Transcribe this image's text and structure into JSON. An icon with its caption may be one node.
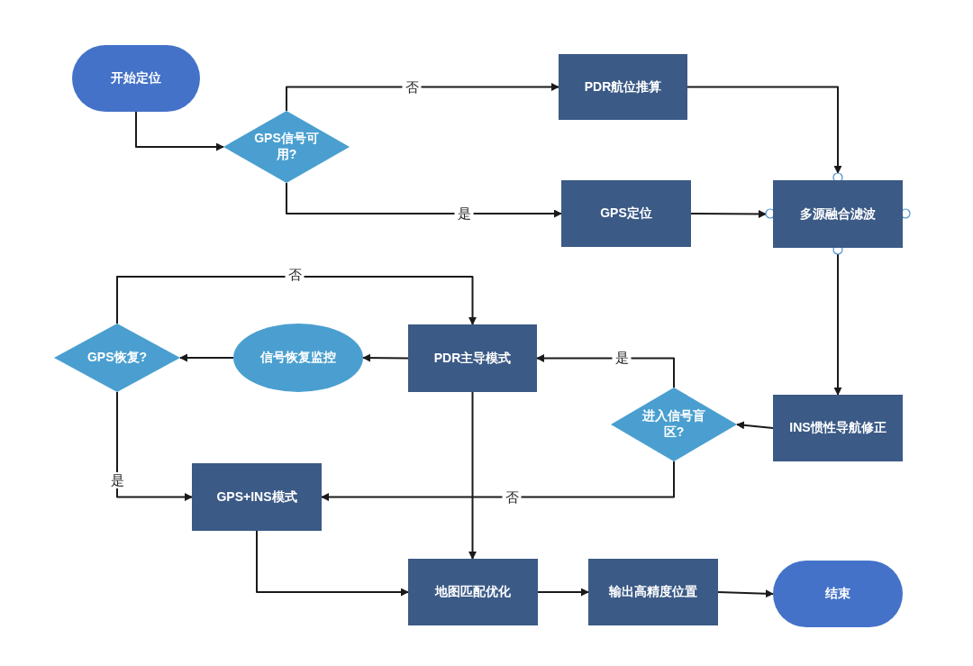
{
  "diagram": {
    "nodes": [
      {
        "text": [
          "开始定位"
        ]
      },
      {
        "text": [
          "GPS信号可用?"
        ]
      },
      {
        "text": [
          "PDR航位推算"
        ]
      },
      {
        "text": [
          "GPS定位"
        ]
      },
      {
        "text": [
          "多源融合滤波"
        ]
      },
      {
        "text": [
          "INS惯性导航修正"
        ]
      },
      {
        "text": [
          "进入信号盲区?"
        ]
      },
      {
        "text": [
          "PDR主导模式"
        ]
      },
      {
        "text": [
          "信号恢复监控"
        ]
      },
      {
        "text": [
          "GPS恢复?"
        ]
      },
      {
        "text": [
          "GPS+INS模式"
        ]
      },
      {
        "text": [
          "地图匹配优化"
        ]
      },
      {
        "text": [
          "输出高精度位置"
        ]
      },
      {
        "text": [
          "结束"
        ]
      }
    ],
    "edges": [
      {
        "from": 0,
        "to": 1,
        "arrow": "to"
      },
      {
        "from": 1,
        "to": 2,
        "arrow": "to",
        "label": "否"
      },
      {
        "from": 1,
        "to": 3,
        "arrow": "to",
        "label": "是"
      },
      {
        "from": 2,
        "to": 4,
        "arrow": "to"
      },
      {
        "from": 3,
        "to": 4,
        "arrow": "to"
      },
      {
        "from": 4,
        "to": 5,
        "arrow": "to"
      },
      {
        "from": 5,
        "to": 6,
        "arrow": "to"
      },
      {
        "from": 6,
        "to": 7,
        "arrow": "to",
        "label": "是"
      },
      {
        "from": 6,
        "to": 10,
        "arrow": "to",
        "label": "否"
      },
      {
        "from": 7,
        "to": 8,
        "arrow": "to"
      },
      {
        "from": 8,
        "to": 9,
        "arrow": "to"
      },
      {
        "from": 9,
        "to": 7,
        "arrow": "to",
        "label": "否"
      },
      {
        "from": 9,
        "to": 10,
        "arrow": "to",
        "label": "是"
      },
      {
        "from": 7,
        "to": 11,
        "arrow": "to"
      },
      {
        "from": 10,
        "to": 11,
        "arrow": "to"
      },
      {
        "from": 11,
        "to": 12,
        "arrow": "to"
      },
      {
        "from": 12,
        "to": 13,
        "arrow": "to"
      }
    ]
  }
}
